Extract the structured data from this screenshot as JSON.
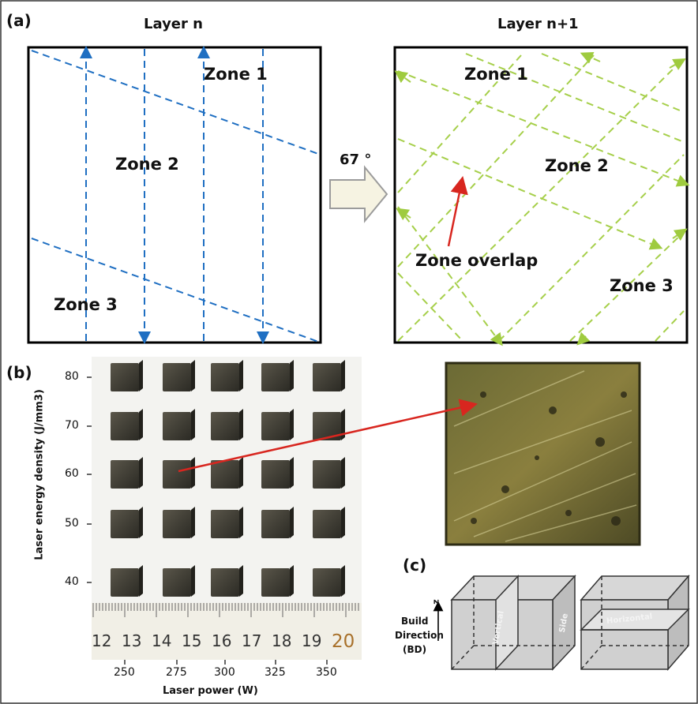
{
  "panel_a": {
    "label": "(a)",
    "layer_n": {
      "title": "Layer n",
      "zones": [
        "Zone 1",
        "Zone 2",
        "Zone 3"
      ],
      "scan_color": "#1f6fc2"
    },
    "layer_n1": {
      "title": "Layer n+1",
      "zones": [
        "Zone 1",
        "Zone 2",
        "Zone 3"
      ],
      "overlap_label": "Zone overlap",
      "scan_color": "#a6cf4a"
    },
    "rotation_label": "67 °",
    "arrow_color": "#d8261f"
  },
  "panel_b": {
    "label": "(b)",
    "ylabel": "Laser energy density (J/mm3)",
    "xlabel": "Laser power (W)",
    "y_ticks": [
      "80",
      "70",
      "60",
      "50",
      "40"
    ],
    "x_ticks": [
      "250",
      "275",
      "300",
      "325",
      "350"
    ],
    "ruler_numbers": [
      "12",
      "13",
      "14",
      "15",
      "16",
      "17",
      "18",
      "19",
      "20"
    ],
    "grid_rows": 5,
    "grid_cols": 5,
    "highlighted_sample": {
      "row": 2,
      "col": 1
    }
  },
  "panel_c": {
    "label": "(c)",
    "build_direction": [
      "Build",
      "Direction",
      "(BD)"
    ],
    "axis_label": "z",
    "vertical_label": "Vertical",
    "side_label": "Side",
    "horizontal_label": "Horizontal"
  }
}
